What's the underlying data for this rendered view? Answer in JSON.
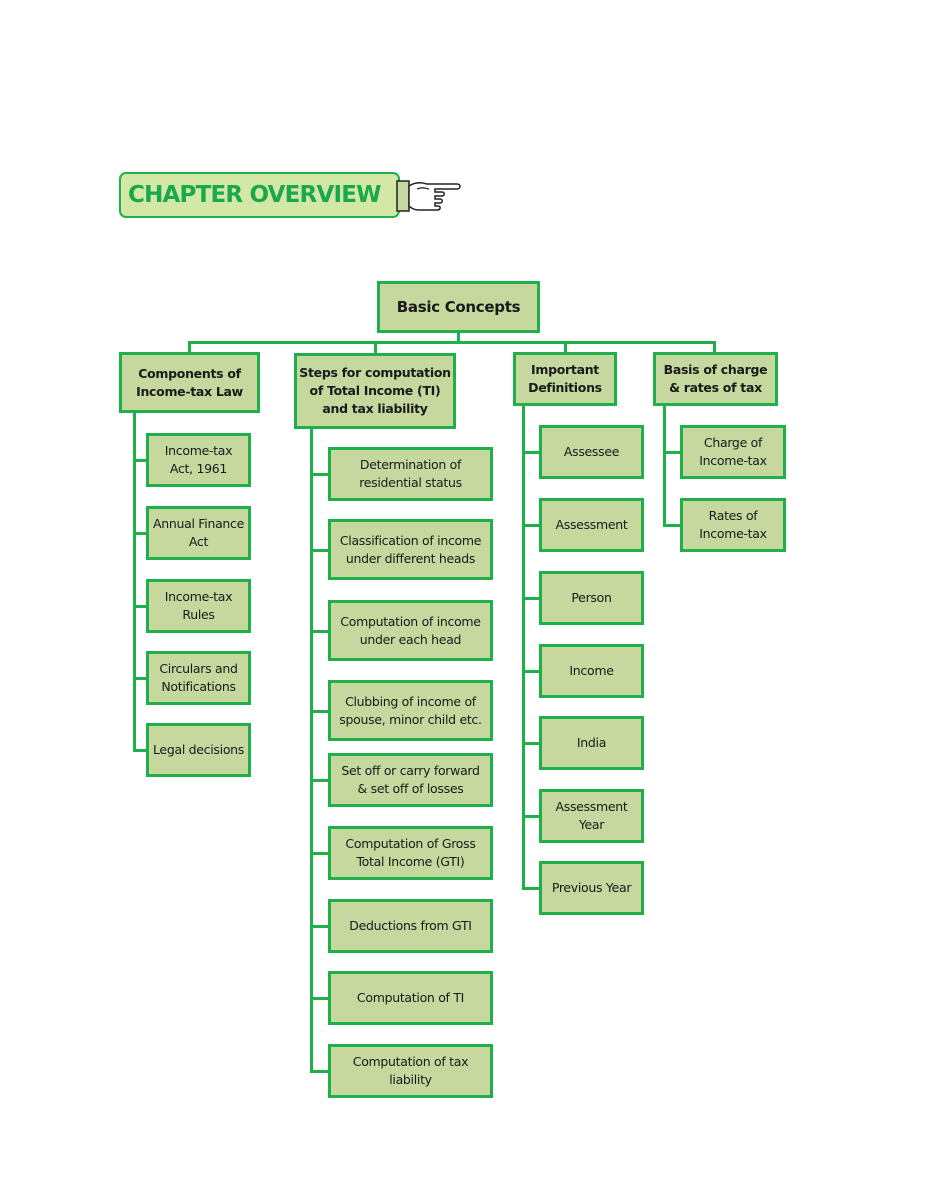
{
  "banner": {
    "title": "CHAPTER OVERVIEW",
    "icon": "pointing-hand-icon"
  },
  "colors": {
    "accent": "#1fb04c",
    "node_fill": "#c6d89d",
    "banner_fill": "#d3e7a6",
    "banner_text": "#1aa94a"
  },
  "tree": {
    "root": "Basic Concepts",
    "branches": [
      {
        "title": "Components of Income-tax Law",
        "children": [
          "Income-tax Act, 1961",
          "Annual Finance Act",
          "Income-tax Rules",
          "Circulars and Notifications",
          "Legal decisions"
        ]
      },
      {
        "title": "Steps for computation of Total Income (TI) and tax liability",
        "children": [
          "Determination of residential status",
          "Classification of income under different heads",
          "Computation of income under each head",
          "Clubbing of income of spouse, minor child etc.",
          "Set off or carry forward & set off of losses",
          "Computation of Gross Total Income (GTI)",
          "Deductions from GTI",
          "Computation of TI",
          "Computation of tax liability"
        ]
      },
      {
        "title": "Important Definitions",
        "children": [
          "Assessee",
          "Assessment",
          "Person",
          "Income",
          "India",
          "Assessment Year",
          "Previous Year"
        ]
      },
      {
        "title": "Basis of charge & rates of tax",
        "children": [
          "Charge of Income-tax",
          "Rates of Income-tax"
        ]
      }
    ]
  }
}
